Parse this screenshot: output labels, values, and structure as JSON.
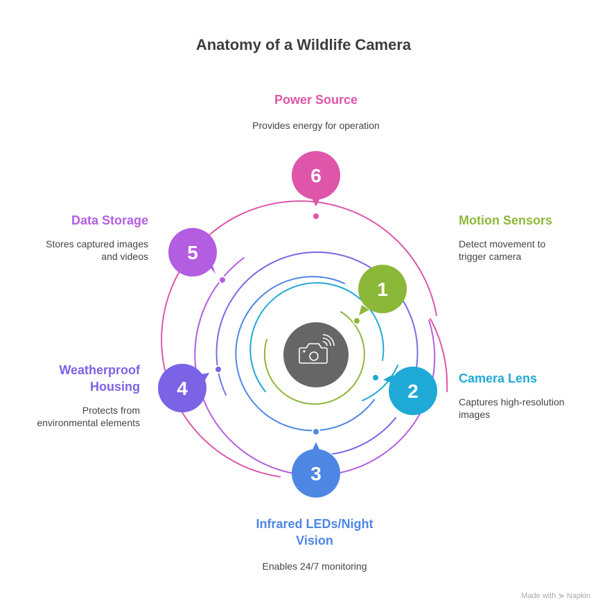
{
  "title": "Anatomy of a Wildlife Camera",
  "center_icon": "camera-wireless-icon",
  "items": [
    {
      "number": "1",
      "title": "Motion Sensors",
      "description_lines": [
        "Detect movement to",
        "trigger camera"
      ],
      "color": "#8cb83a"
    },
    {
      "number": "2",
      "title": "Camera Lens",
      "description_lines": [
        "Captures high-resolution",
        "images"
      ],
      "color": "#1fa9d6"
    },
    {
      "number": "3",
      "title_lines": [
        "Infrared LEDs/Night",
        "Vision"
      ],
      "description_lines": [
        "Enables 24/7 monitoring"
      ],
      "color": "#4e86e4"
    },
    {
      "number": "4",
      "title_lines": [
        "Weatherproof",
        "Housing"
      ],
      "description_lines": [
        "Protects from",
        "environmental elements"
      ],
      "color": "#7b63e6"
    },
    {
      "number": "5",
      "title": "Data Storage",
      "description_lines": [
        "Stores captured images",
        "and videos"
      ],
      "color": "#b35ee0"
    },
    {
      "number": "6",
      "title": "Power Source",
      "description_lines": [
        "Provides energy for operation"
      ],
      "color": "#de55a9"
    }
  ],
  "footer": "Made with ⋟ Napkin"
}
